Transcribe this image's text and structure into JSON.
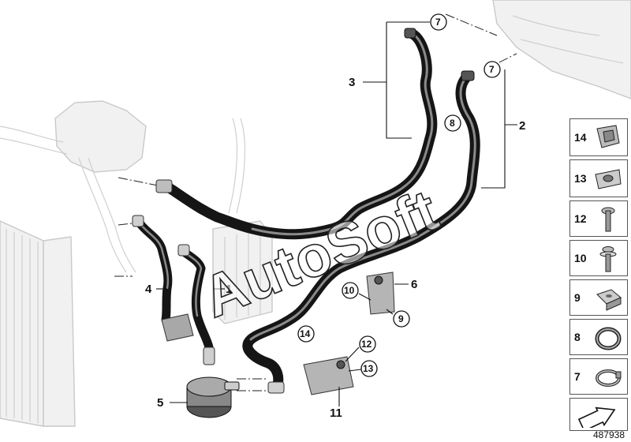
{
  "callouts": {
    "c1": "1",
    "c2": "2",
    "c3": "3",
    "c4": "4",
    "c5": "5",
    "c6": "6",
    "c7a": "7",
    "c7b": "7",
    "c8": "8",
    "c9": "9",
    "c10": "10",
    "c11": "11",
    "c12": "12",
    "c13": "13",
    "c14": "14"
  },
  "legend": {
    "items": [
      {
        "label": "14",
        "icon": "clip-icon"
      },
      {
        "label": "13",
        "icon": "spring-nut-icon"
      },
      {
        "label": "12",
        "icon": "screw-icon"
      },
      {
        "label": "10",
        "icon": "screw-washer-icon"
      },
      {
        "label": "9",
        "icon": "square-nut-icon"
      },
      {
        "label": "8",
        "icon": "hose-clamp-icon"
      },
      {
        "label": "7",
        "icon": "spring-clamp-icon"
      }
    ],
    "footer_icon": "arrow-icon"
  },
  "watermark": "AutoSoft",
  "diagram_id": "487938",
  "colors": {
    "hose": "#151515",
    "hose_highlight": "#8a8a8a",
    "ghost": "#c9c9c9",
    "metal": "#9a9a9a"
  }
}
